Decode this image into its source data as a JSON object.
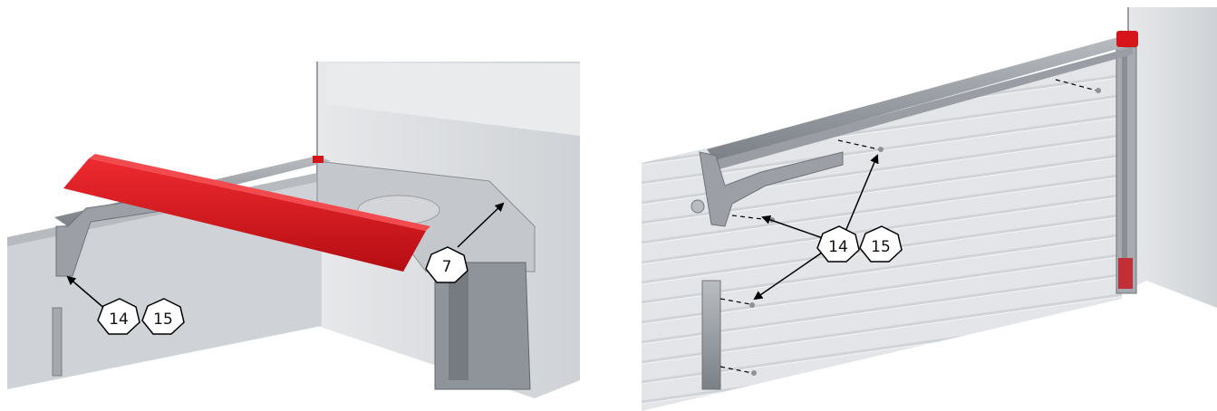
{
  "left_panel": {
    "callouts": [
      {
        "id": "cl-14",
        "text": "14"
      },
      {
        "id": "cl-15",
        "text": "15"
      },
      {
        "id": "cl-7",
        "text": "7"
      }
    ]
  },
  "right_panel": {
    "callouts": [
      {
        "id": "cr-14",
        "text": "14"
      },
      {
        "id": "cr-15",
        "text": "15"
      }
    ]
  },
  "colors": {
    "red_part": "#d8141b",
    "metal": "#8e9298",
    "wall": "#dcdee1"
  }
}
